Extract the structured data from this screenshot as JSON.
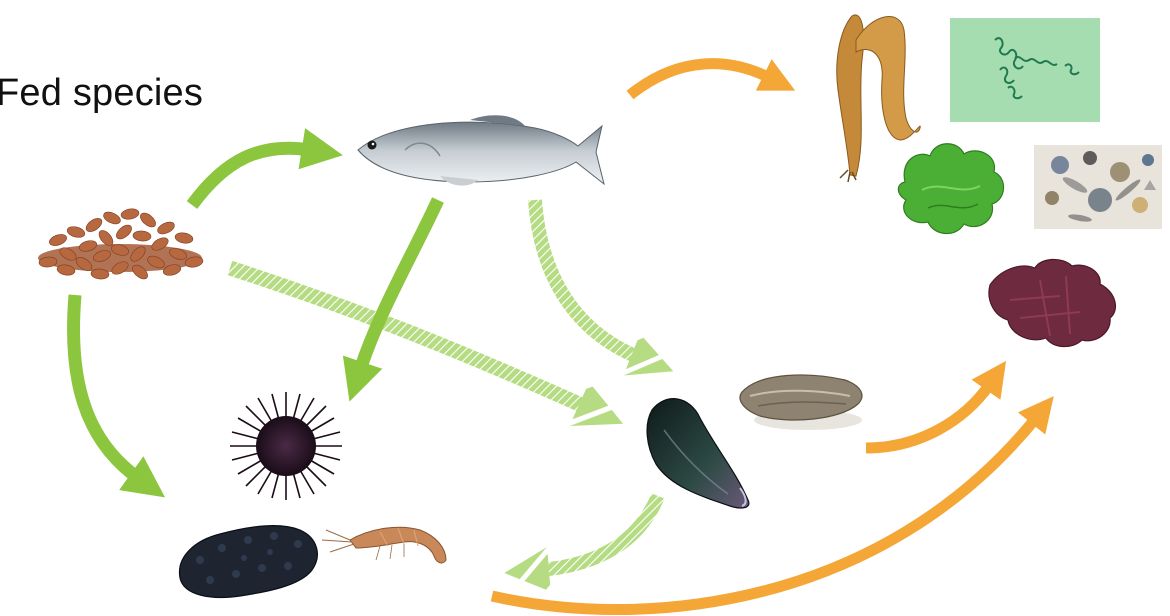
{
  "title": "Fed species",
  "colors": {
    "fed_arrow": "#8cc63f",
    "fed_arrow_striped": "#b5dc82",
    "extractive_arrow": "#f4a736",
    "pellet": "#b8683f",
    "fish": "#9aa3ab",
    "urchin": "#2a1628",
    "sea_cucumber": "#1e2430",
    "shrimp": "#c9885a",
    "mussel": "#1b2a2a",
    "oyster": "#8e8270",
    "kelp": "#c48a3a",
    "green_alga": "#4caf35",
    "red_alga": "#6e2a3f",
    "microalgae_bg": "#a6ddb0",
    "diatoms_bg": "#e8e4dc"
  },
  "nodes": [
    {
      "id": "feed-pellets",
      "icon": "pellets-icon"
    },
    {
      "id": "sea-bass",
      "icon": "fish-icon"
    },
    {
      "id": "sea-urchin",
      "icon": "urchin-icon"
    },
    {
      "id": "sea-cucumber",
      "icon": "sea-cucumber-icon"
    },
    {
      "id": "shrimp",
      "icon": "shrimp-icon"
    },
    {
      "id": "mussel",
      "icon": "mussel-icon"
    },
    {
      "id": "oyster",
      "icon": "oyster-icon"
    },
    {
      "id": "kelp",
      "icon": "kelp-icon"
    },
    {
      "id": "microalgae",
      "icon": "microalgae-icon"
    },
    {
      "id": "sea-lettuce",
      "icon": "sea-lettuce-icon"
    },
    {
      "id": "diatoms",
      "icon": "diatoms-icon"
    },
    {
      "id": "red-seaweed",
      "icon": "red-seaweed-icon"
    }
  ],
  "edges": [
    {
      "from": "feed-pellets",
      "to": "sea-bass",
      "style": "solid-green"
    },
    {
      "from": "feed-pellets",
      "to": "sea-cucumber",
      "style": "solid-green"
    },
    {
      "from": "feed-pellets",
      "to": "mussel",
      "style": "striped-green"
    },
    {
      "from": "sea-bass",
      "to": "sea-urchin",
      "style": "solid-green"
    },
    {
      "from": "sea-bass",
      "to": "mussel",
      "style": "striped-green"
    },
    {
      "from": "sea-bass",
      "to": "kelp",
      "style": "orange"
    },
    {
      "from": "mussel",
      "to": "sea-cucumber",
      "style": "striped-green"
    },
    {
      "from": "oyster",
      "to": "red-seaweed",
      "style": "orange"
    },
    {
      "from": "sea-cucumber",
      "to": "red-seaweed",
      "style": "orange"
    }
  ]
}
